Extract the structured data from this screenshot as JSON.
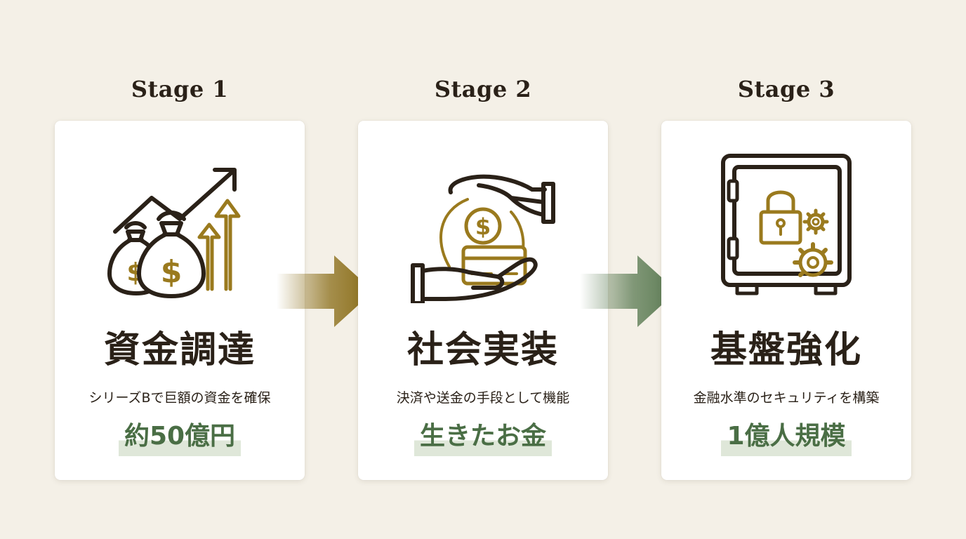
{
  "stages": [
    {
      "label": "Stage 1",
      "title": "資金調達",
      "description": "シリーズBで巨額の資金を確保",
      "highlight": "約50億円",
      "icon": "money-bags-growth-icon"
    },
    {
      "label": "Stage 2",
      "title": "社会実装",
      "description": "決済や送金の手段として機能",
      "highlight": "生きたお金",
      "icon": "hands-payment-icon"
    },
    {
      "label": "Stage 3",
      "title": "基盤強化",
      "description": "金融水準のセキュリティを構築",
      "highlight": "1億人規模",
      "icon": "secure-vault-icon"
    }
  ],
  "colors": {
    "background": "#f4f0e7",
    "card": "#ffffff",
    "text": "#2a2118",
    "gold": "#9a7a1e",
    "green": "#4a6e45",
    "highlight_bg": "#dfe7d9",
    "arrow1": "#8a6d18",
    "arrow2": "#5a7a52"
  }
}
